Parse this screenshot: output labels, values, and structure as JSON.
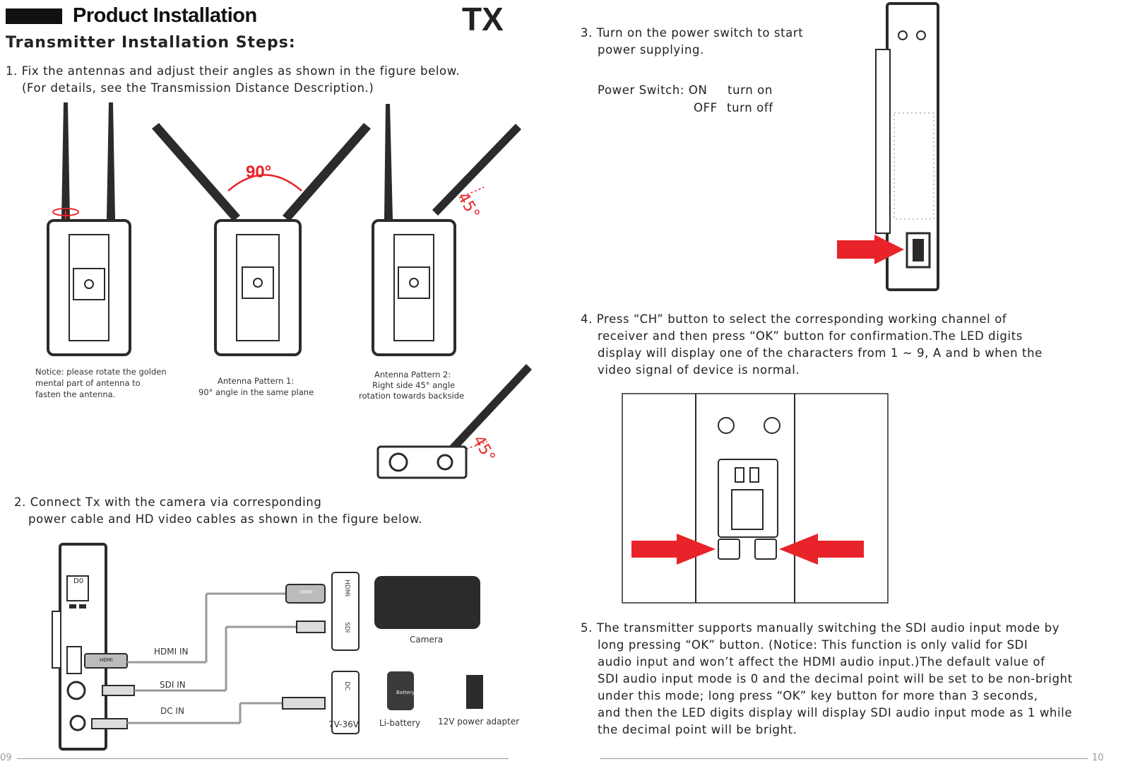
{
  "header": {
    "title": "Product Installation",
    "badge": "TX",
    "subtitle": "Transmitter Installation Steps:"
  },
  "steps": {
    "s1_line1": "1. Fix the antennas and adjust their angles as shown in the figure below.",
    "s1_line2": "(For details, see the Transmission Distance Description.)",
    "s2_line1": "2. Connect Tx with the camera via corresponding",
    "s2_line2": "power cable and HD video cables as shown in the figure below.",
    "s3_line1": "3. Turn on the power switch to start",
    "s3_line2": "power supplying.",
    "s3_switch_label": "Power Switch: ON",
    "s3_on_desc": "turn on",
    "s3_off": "OFF",
    "s3_off_desc": "turn off",
    "s4_line1": "4. Press “CH” button to select the corresponding working channel of",
    "s4_line2": "receiver and then press “OK” button for confirmation.The LED digits",
    "s4_line3": "display will display one of the characters from 1 ~ 9, A and b when the",
    "s4_line4": "video signal of device is normal.",
    "s5_line1": "5. The transmitter supports manually switching the SDI audio input mode by",
    "s5_line2": "long pressing “OK” button. (Notice: This function is only valid for SDI",
    "s5_line3": "audio input and won’t affect the HDMI audio input.)The default value of",
    "s5_line4": "SDI audio input mode is 0 and the decimal point will be set to be non-bright",
    "s5_line5": "under this mode; long press “OK” key button for more than 3 seconds,",
    "s5_line6": "and then the LED digits display will display SDI audio input mode as 1 while",
    "s5_line7": "the decimal point will be bright."
  },
  "antenna_figures": {
    "angle_90": "90°",
    "angle_45": "45°",
    "notice_1": "Notice: please rotate the golden",
    "notice_2": "mental part of antenna to",
    "notice_3": "fasten the antenna.",
    "pattern1_1": "Antenna Pattern 1:",
    "pattern1_2": "90° angle in the same plane",
    "pattern2_1": "Antenna Pattern 2:",
    "pattern2_2": "Right side 45° angle",
    "pattern2_3": "rotation towards backside"
  },
  "connection_figure": {
    "hdmi_in": "HDMI IN",
    "sdi_in": "SDI IN",
    "dc_in": "DC IN",
    "hdmi_plug": "HDMI",
    "hdmi_port": "HDMI",
    "sdi_port": "SDI",
    "dc_port": "DC",
    "camera": "Camera",
    "voltage": "7V-36V",
    "li_battery": "Li-battery",
    "battery_text": "Battery",
    "adapter": "12V power adapter",
    "display_digits": "D0"
  },
  "footer": {
    "left_page": "09",
    "right_page": "10"
  },
  "colors": {
    "accent_red": "#e8242a",
    "device_dark": "#2b2b2b",
    "text": "#222222"
  }
}
